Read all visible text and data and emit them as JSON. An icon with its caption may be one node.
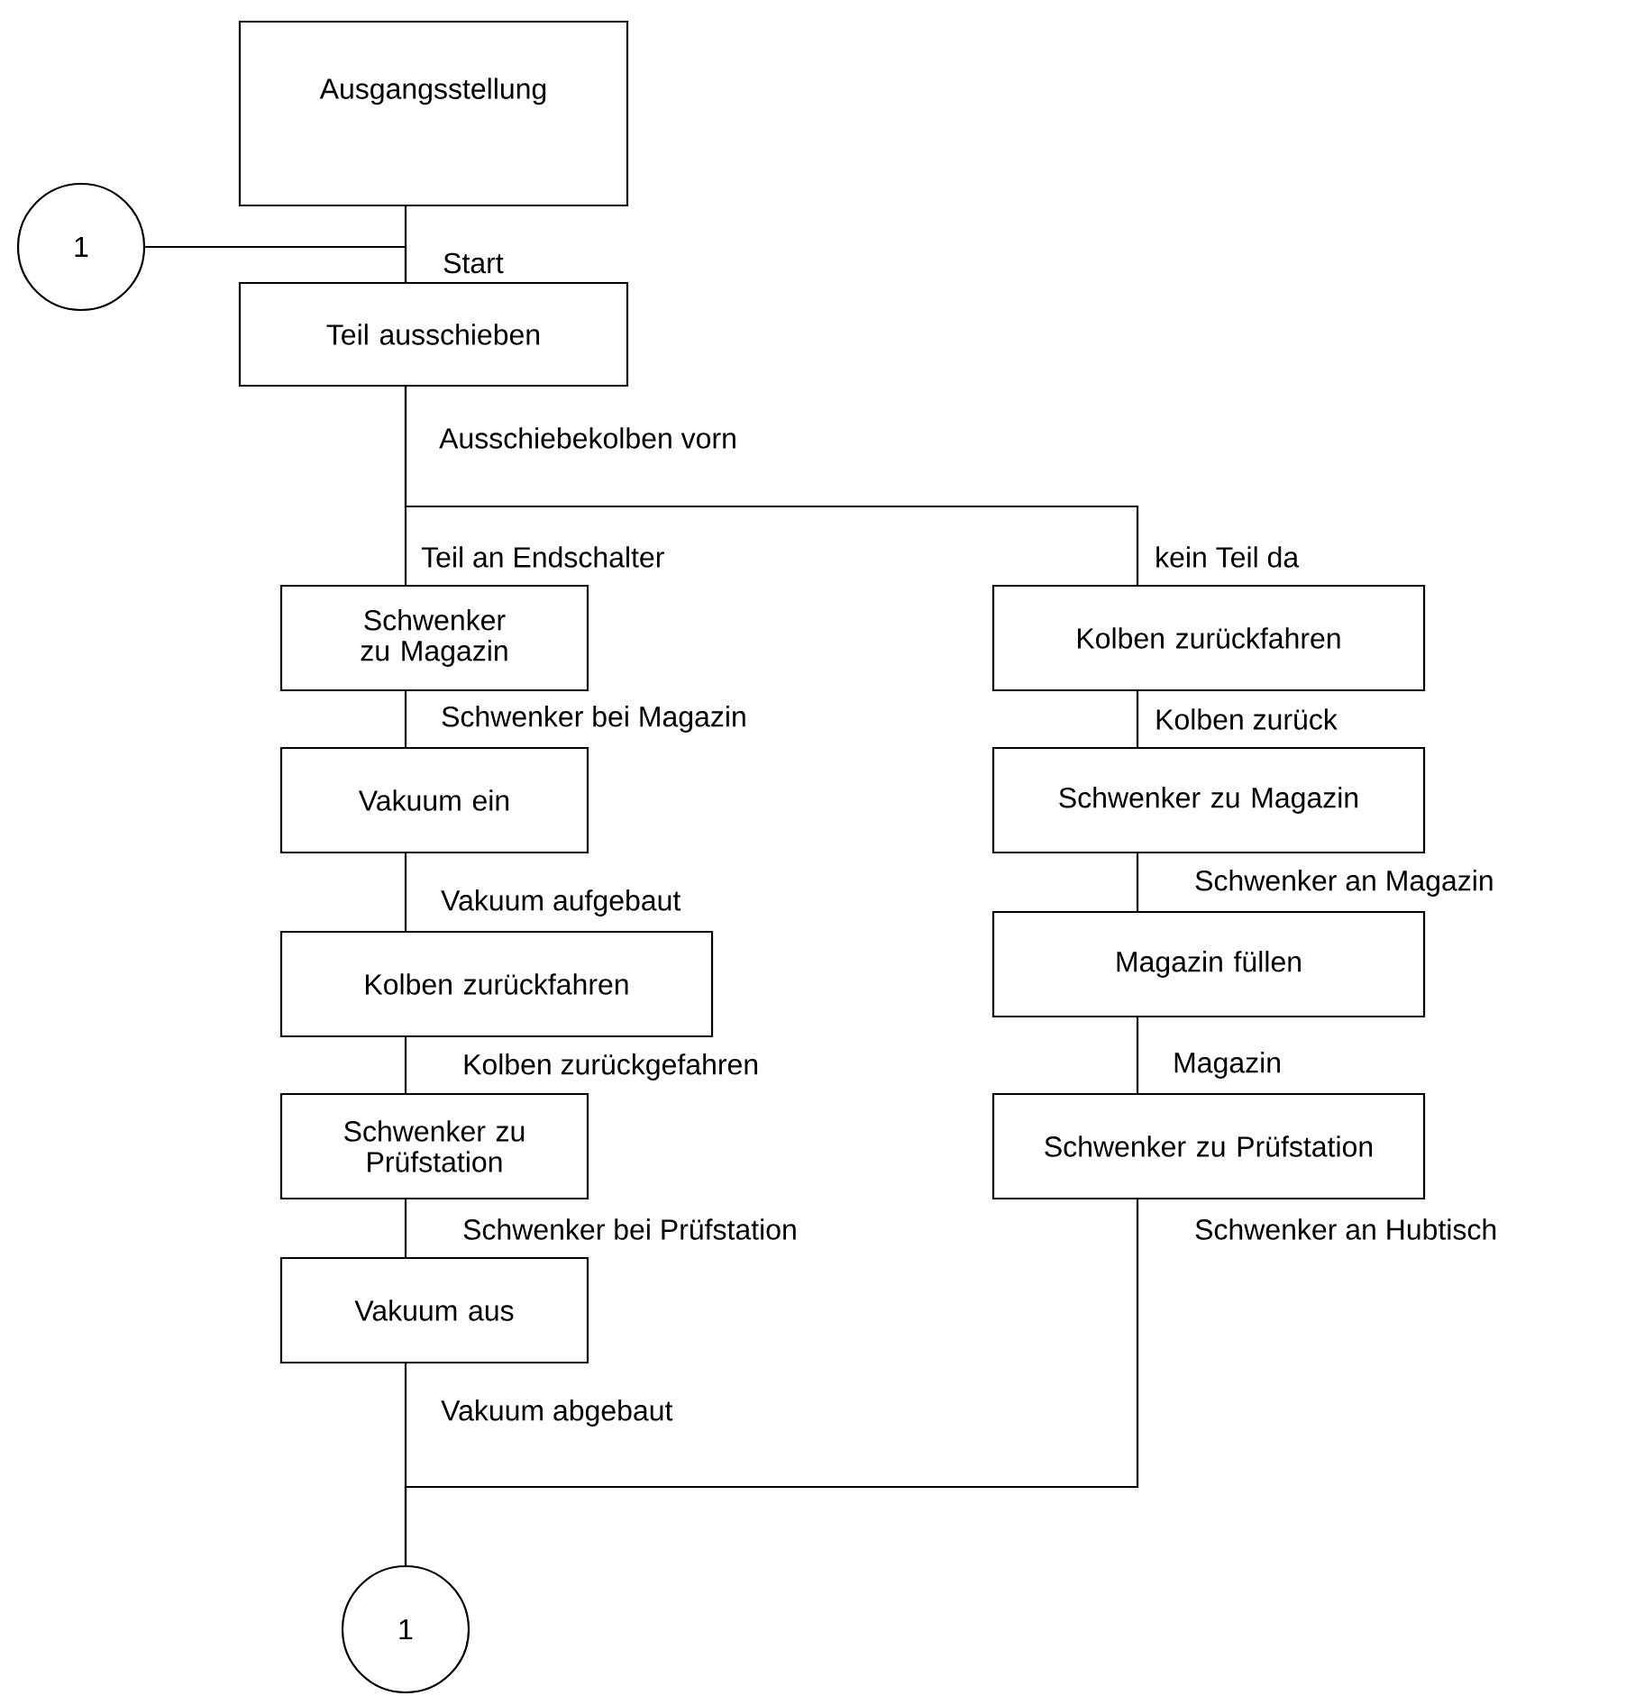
{
  "diagram": {
    "nodes": [
      {
        "text": [
          "Ausgangsstellung"
        ]
      },
      {
        "text": [
          "1"
        ]
      },
      {
        "text": [
          "Teil ausschieben"
        ]
      },
      {
        "text": [
          "Schwenker zu Magazin"
        ]
      },
      {
        "text": [
          "Vakuum ein"
        ]
      },
      {
        "text": [
          "Kolben zurückfahren"
        ]
      },
      {
        "text": [
          "Schwenker zu Prüfstation"
        ]
      },
      {
        "text": [
          "Vakuum aus"
        ]
      },
      {
        "text": [
          "1"
        ]
      },
      {
        "text": [
          "Kolben zurückfahren"
        ]
      },
      {
        "text": [
          "Schwenker zu Magazin"
        ]
      },
      {
        "text": [
          "Magazin füllen"
        ]
      },
      {
        "text": [
          "Schwenker zu Prüfstation"
        ]
      }
    ],
    "edges": [
      {
        "from": 0,
        "to": 2,
        "arrow": "none",
        "label": "Start"
      },
      {
        "from": 1,
        "to": 2,
        "arrow": "none"
      },
      {
        "from": 2,
        "to": 3,
        "arrow": "none",
        "label": "Teil an Endschalter"
      },
      {
        "from": 2,
        "to": 9,
        "arrow": "none",
        "label": "kein Teil da"
      },
      {
        "from": 3,
        "to": 4,
        "arrow": "none",
        "label": "Schwenker bei Magazin"
      },
      {
        "from": 4,
        "to": 5,
        "arrow": "none",
        "label": "Vakuum aufgebaut"
      },
      {
        "from": 5,
        "to": 6,
        "arrow": "none",
        "label": "Kolben zurückgefahren"
      },
      {
        "from": 6,
        "to": 7,
        "arrow": "none",
        "label": "Schwenker bei Prüfstation"
      },
      {
        "from": 7,
        "to": 8,
        "arrow": "none",
        "label": "Vakuum abgebaut"
      },
      {
        "from": 9,
        "to": 10,
        "arrow": "none",
        "label": "Kolben zurück"
      },
      {
        "from": 10,
        "to": 11,
        "arrow": "none",
        "label": "Schwenker an Magazin"
      },
      {
        "from": 11,
        "to": 12,
        "arrow": "none",
        "label": "Magazin"
      },
      {
        "from": 12,
        "to": 8,
        "arrow": "none",
        "label": "Schwenker an Hubtisch"
      }
    ],
    "labels": [
      "Ausschiebekolben vorn"
    ]
  }
}
